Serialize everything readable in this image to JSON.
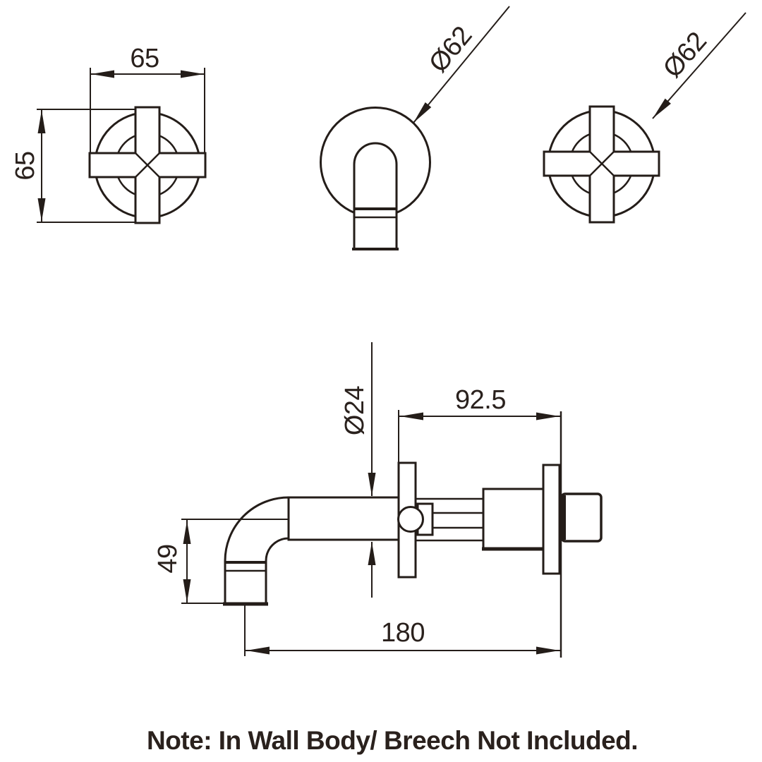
{
  "drawing": {
    "type": "faucet-installation-dimension-drawing",
    "views": {
      "handle_front_left": "cross handle front view",
      "spout_front": "spout front view",
      "handle_front_right": "cross handle front view",
      "assembly_side": "wall-mounted basin set side view"
    }
  },
  "dimensions": {
    "handle_width": "65",
    "handle_height": "65",
    "spout_flange_diameter": "Ø62",
    "handle_flange_diameter": "Ø62",
    "spout_tube_diameter": "Ø24",
    "body_projection": "92.5",
    "spout_drop": "49",
    "spout_reach": "180"
  },
  "note": "Note: In Wall Body/ Breech Not Included.",
  "colors": {
    "line": "#241d19",
    "text": "#2a211d",
    "background": "#ffffff"
  }
}
